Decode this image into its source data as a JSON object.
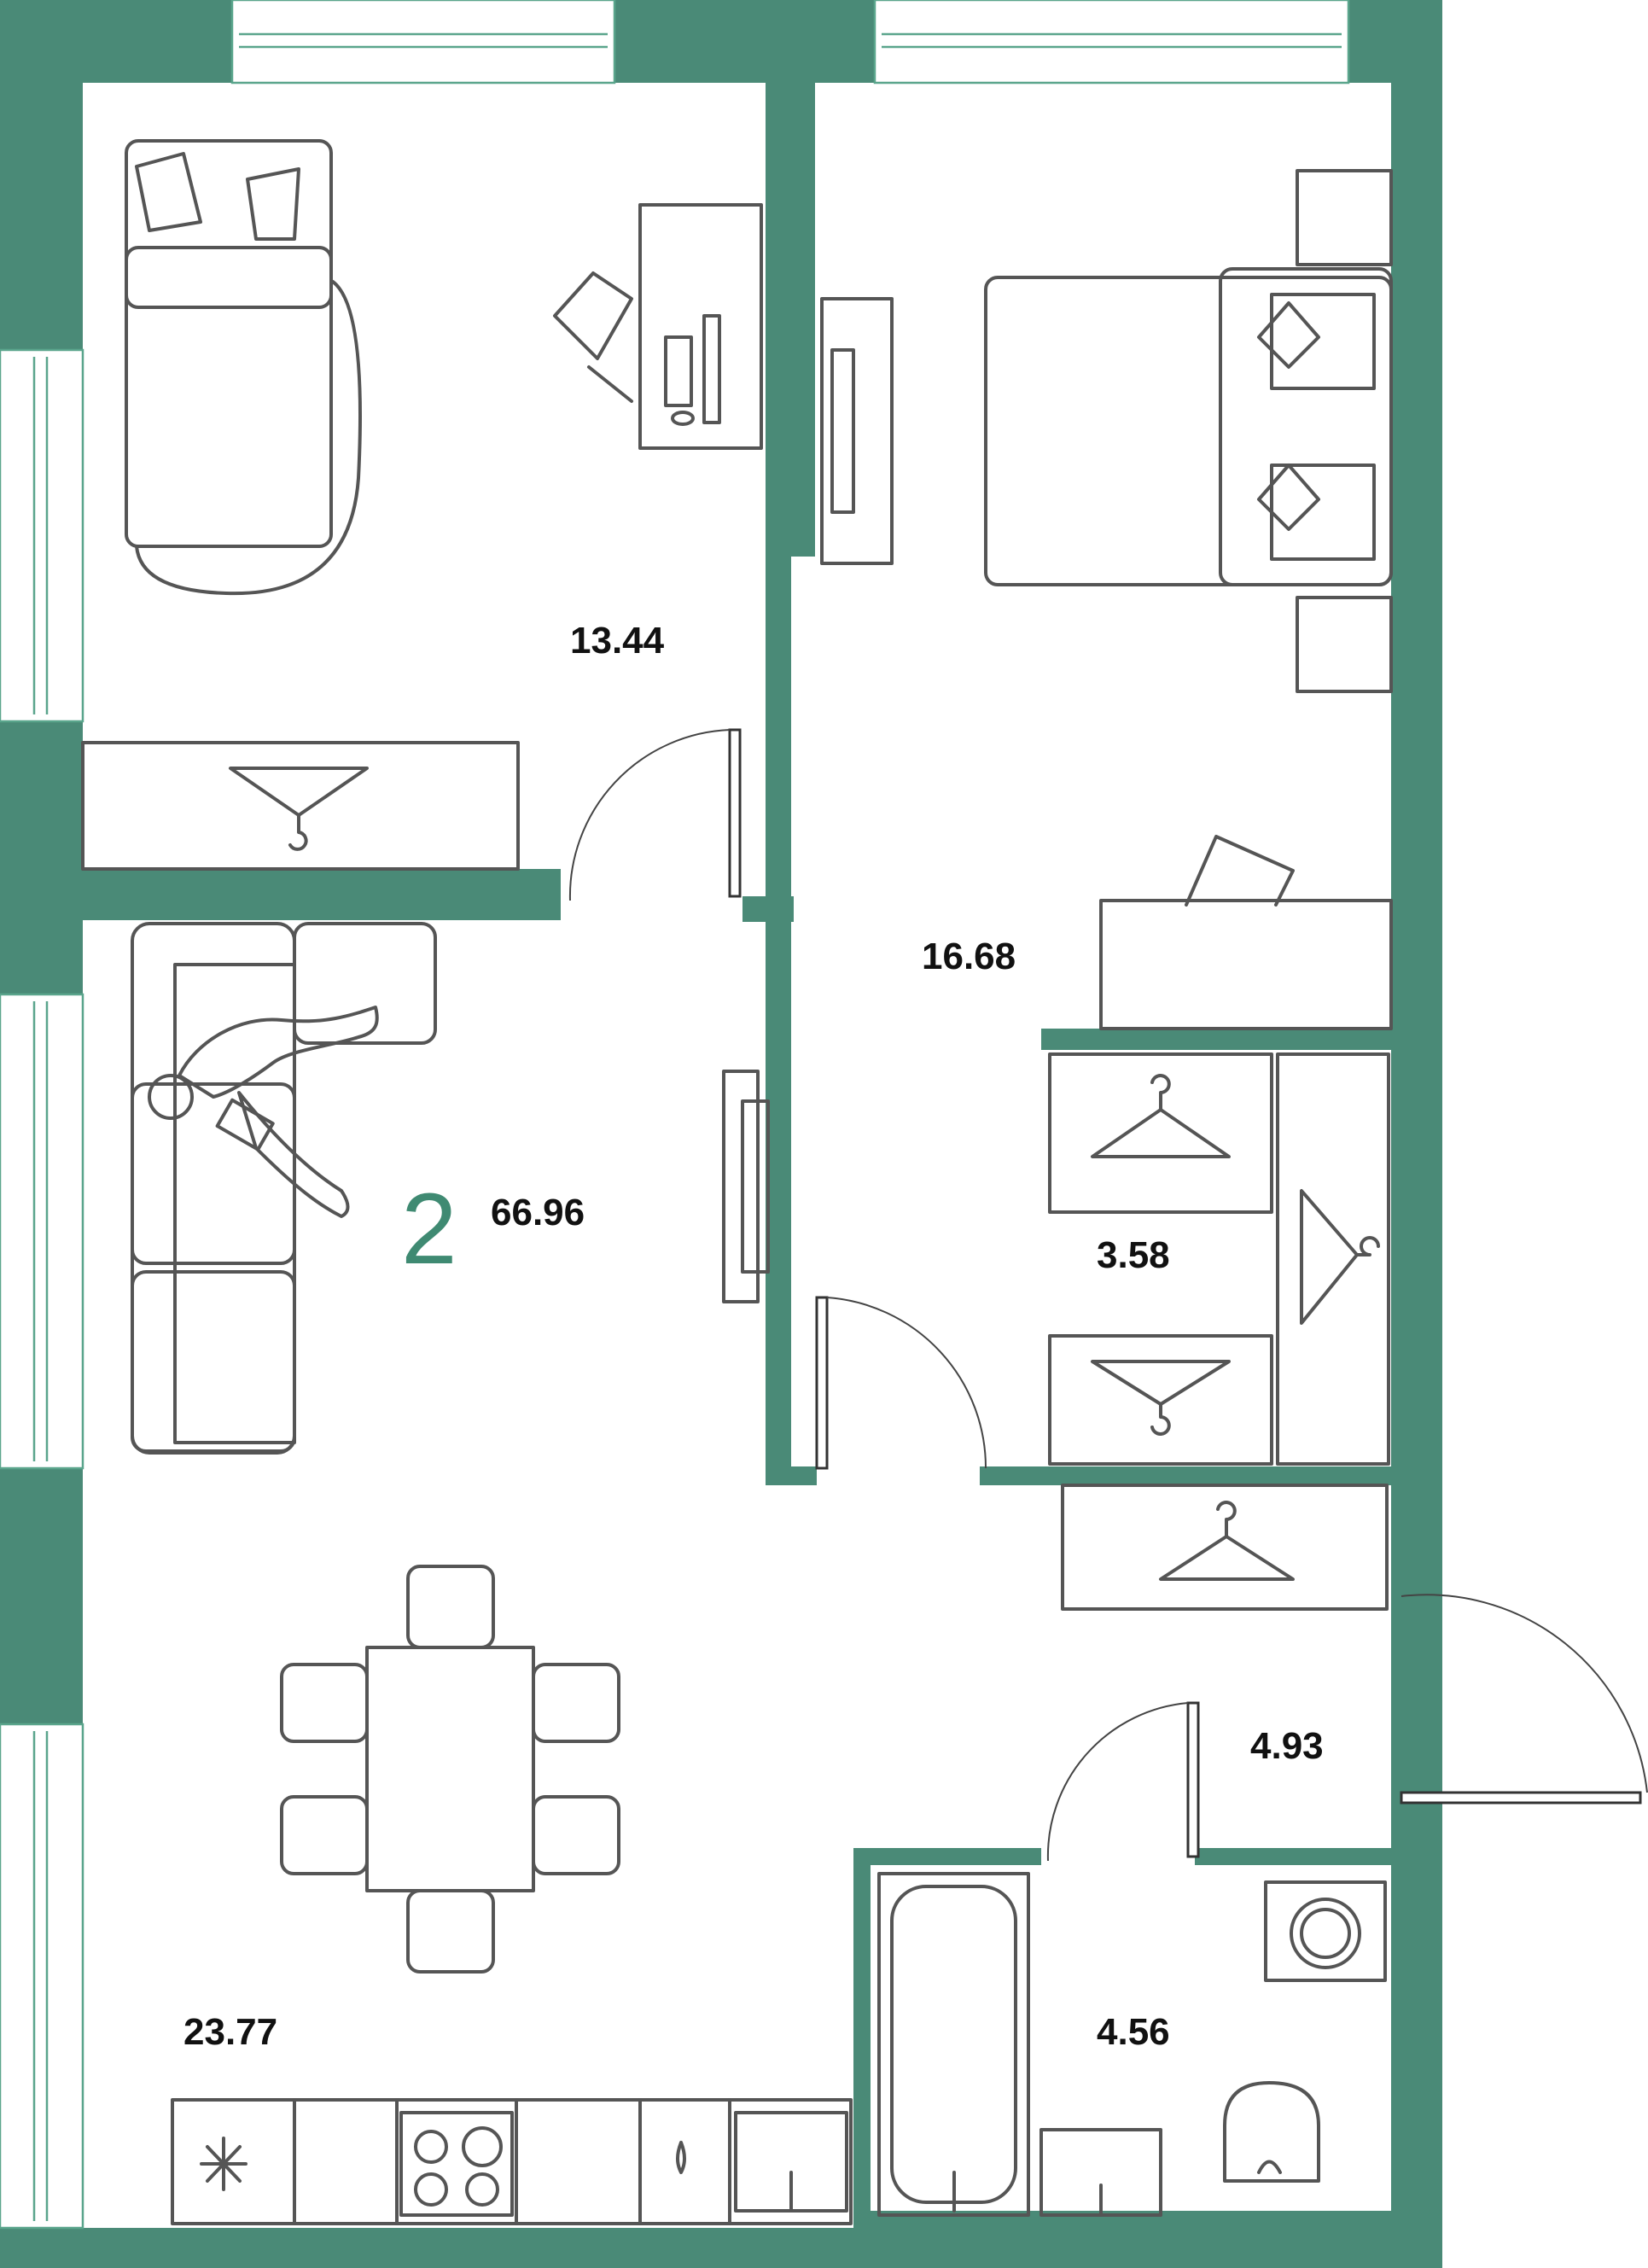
{
  "plan": {
    "rooms_count": "2",
    "total_area": "66.96",
    "colors": {
      "walls": "#4a8a77",
      "rooms_count": "#3f8a72",
      "text": "#111111"
    },
    "rooms": [
      {
        "id": "bedroom-small",
        "area": "13.44"
      },
      {
        "id": "bedroom-large",
        "area": "16.68"
      },
      {
        "id": "wardrobe",
        "area": "3.58"
      },
      {
        "id": "hallway",
        "area": "4.93"
      },
      {
        "id": "bathroom",
        "area": "4.56"
      },
      {
        "id": "kitchen-living",
        "area": "23.77"
      }
    ],
    "furniture": [
      "bed",
      "desk",
      "office-chair",
      "computer-monitor",
      "wardrobe-hanger",
      "tv",
      "double-bed",
      "nightstand",
      "sofa",
      "person-lounging",
      "dining-table",
      "dining-chair",
      "refrigerator",
      "stove",
      "sink",
      "bathtub",
      "washing-machine",
      "toilet"
    ]
  }
}
